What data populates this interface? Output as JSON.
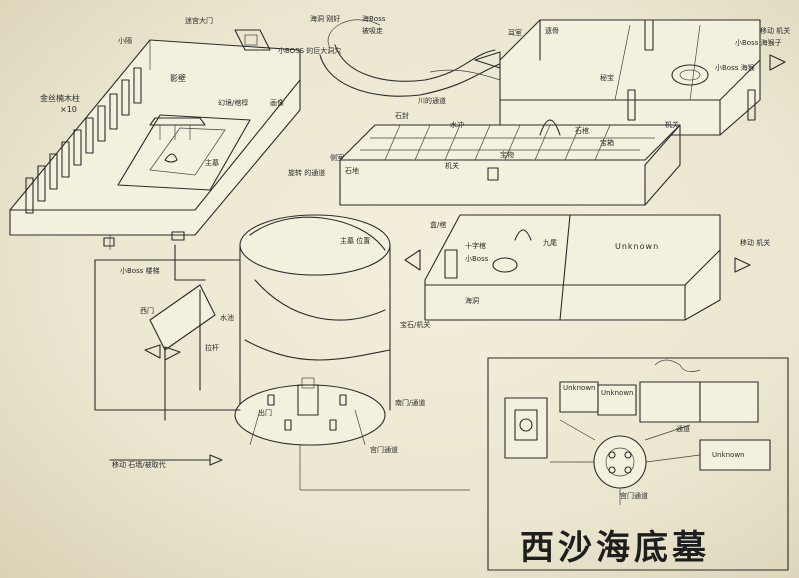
{
  "title": "西沙海底墓",
  "labels": {
    "gold_pillars": "金丝楠木柱",
    "gold_pillars_count": "×10",
    "xiaoban": "小隔",
    "shadow_wall": "影壁",
    "maze_door": "迷宫大门",
    "dry_passage": "小BOSS 的巨大洞穴",
    "shadow_tomb": "影壁",
    "coffin_area": "幻境/棺椁",
    "main_coffin": "主墓",
    "huaxiang": "画像",
    "top_crack": "海洞 刚好",
    "boss_ref": "海Boss",
    "boss_ref2": "被吸走",
    "flow_channel": "川的通道",
    "corridor": "水冲",
    "stone_seal": "石封",
    "side_room": "侧室",
    "right_room_a": "耳室",
    "right_room_b": "遗骨",
    "right_top": "小Boss 海猴子",
    "right_boss": "小Boss 海猴",
    "right_treasure": "秘宝",
    "right_exit": "移动 机关",
    "right_box": "机关",
    "mid_deck": "石地",
    "mid_cross": "机关",
    "mid_label1": "宝物",
    "mid_label2": "石棺",
    "mid_door": "宝箱",
    "center_cyl": "旋转 的通道",
    "center_ring": "主墓 位置",
    "boss_stair": "小Boss 楼梯",
    "west_gate": "西门",
    "lever": "拉杆",
    "pool": "水池",
    "upper_left_ring": "出门",
    "gate_bottom": "南门/通道",
    "slope": "宝石/机关",
    "bottom_left": "移动 石墙/被取代",
    "bottom_right_path": "宫门通道",
    "mid_right_a": "盒/棺",
    "mid_right_b": "十字棺",
    "mid_right_c": "小Boss",
    "mid_right_water": "海洞",
    "mid_right_cat": "九尾",
    "unknown": "Unknown",
    "right_unknown_exit": "移动 机关",
    "map_unknown1": "Unknown",
    "map_unknown2": "Unknown",
    "map_unknown3": "Unknown",
    "map_channel": "通道",
    "map_gate": "宫门通道"
  }
}
